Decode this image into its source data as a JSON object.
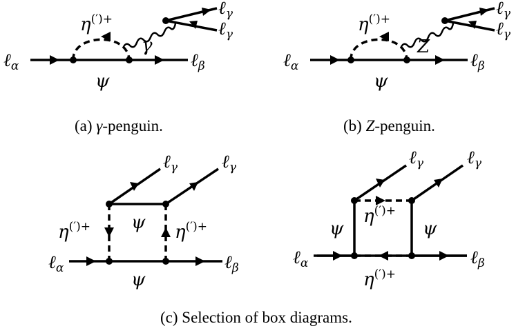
{
  "diagrams": {
    "a": {
      "eta": "η",
      "eta_sup": "(′)+",
      "photon": "γ",
      "psi": "ψ",
      "l_in": "ℓ",
      "l_in_sub": "α",
      "l_out": "ℓ",
      "l_out_sub": "β",
      "l_top1": "ℓ",
      "l_top1_sub": "γ",
      "l_top2": "ℓ",
      "l_top2_sub": "γ",
      "caption_prefix": "(a) ",
      "caption_sym": "γ",
      "caption_suffix": "-penguin."
    },
    "b": {
      "eta": "η",
      "eta_sup": "(′)+",
      "boson": "Z",
      "psi": "ψ",
      "l_in": "ℓ",
      "l_in_sub": "α",
      "l_out": "ℓ",
      "l_out_sub": "β",
      "l_top1": "ℓ",
      "l_top1_sub": "γ",
      "l_top2": "ℓ",
      "l_top2_sub": "γ",
      "caption_prefix": "(b) ",
      "caption_sym": "Z",
      "caption_suffix": "-penguin."
    },
    "c1": {
      "eta_left": "η",
      "eta_left_sup": "(′)+",
      "eta_right": "η",
      "eta_right_sup": "(′)+",
      "psi_top": "ψ",
      "psi_bottom": "ψ",
      "l_in": "ℓ",
      "l_in_sub": "α",
      "l_out": "ℓ",
      "l_out_sub": "β",
      "l_top1": "ℓ",
      "l_top1_sub": "γ",
      "l_top2": "ℓ",
      "l_top2_sub": "γ"
    },
    "c2": {
      "eta_top": "η",
      "eta_top_sup": "(′)+",
      "eta_bottom": "η",
      "eta_bottom_sup": "(′)+",
      "psi_left": "ψ",
      "psi_right": "ψ",
      "l_in": "ℓ",
      "l_in_sub": "α",
      "l_out": "ℓ",
      "l_out_sub": "β",
      "l_top1": "ℓ",
      "l_top1_sub": "γ",
      "l_top2": "ℓ",
      "l_top2_sub": "γ"
    },
    "c_caption": "(c) Selection of box diagrams."
  }
}
